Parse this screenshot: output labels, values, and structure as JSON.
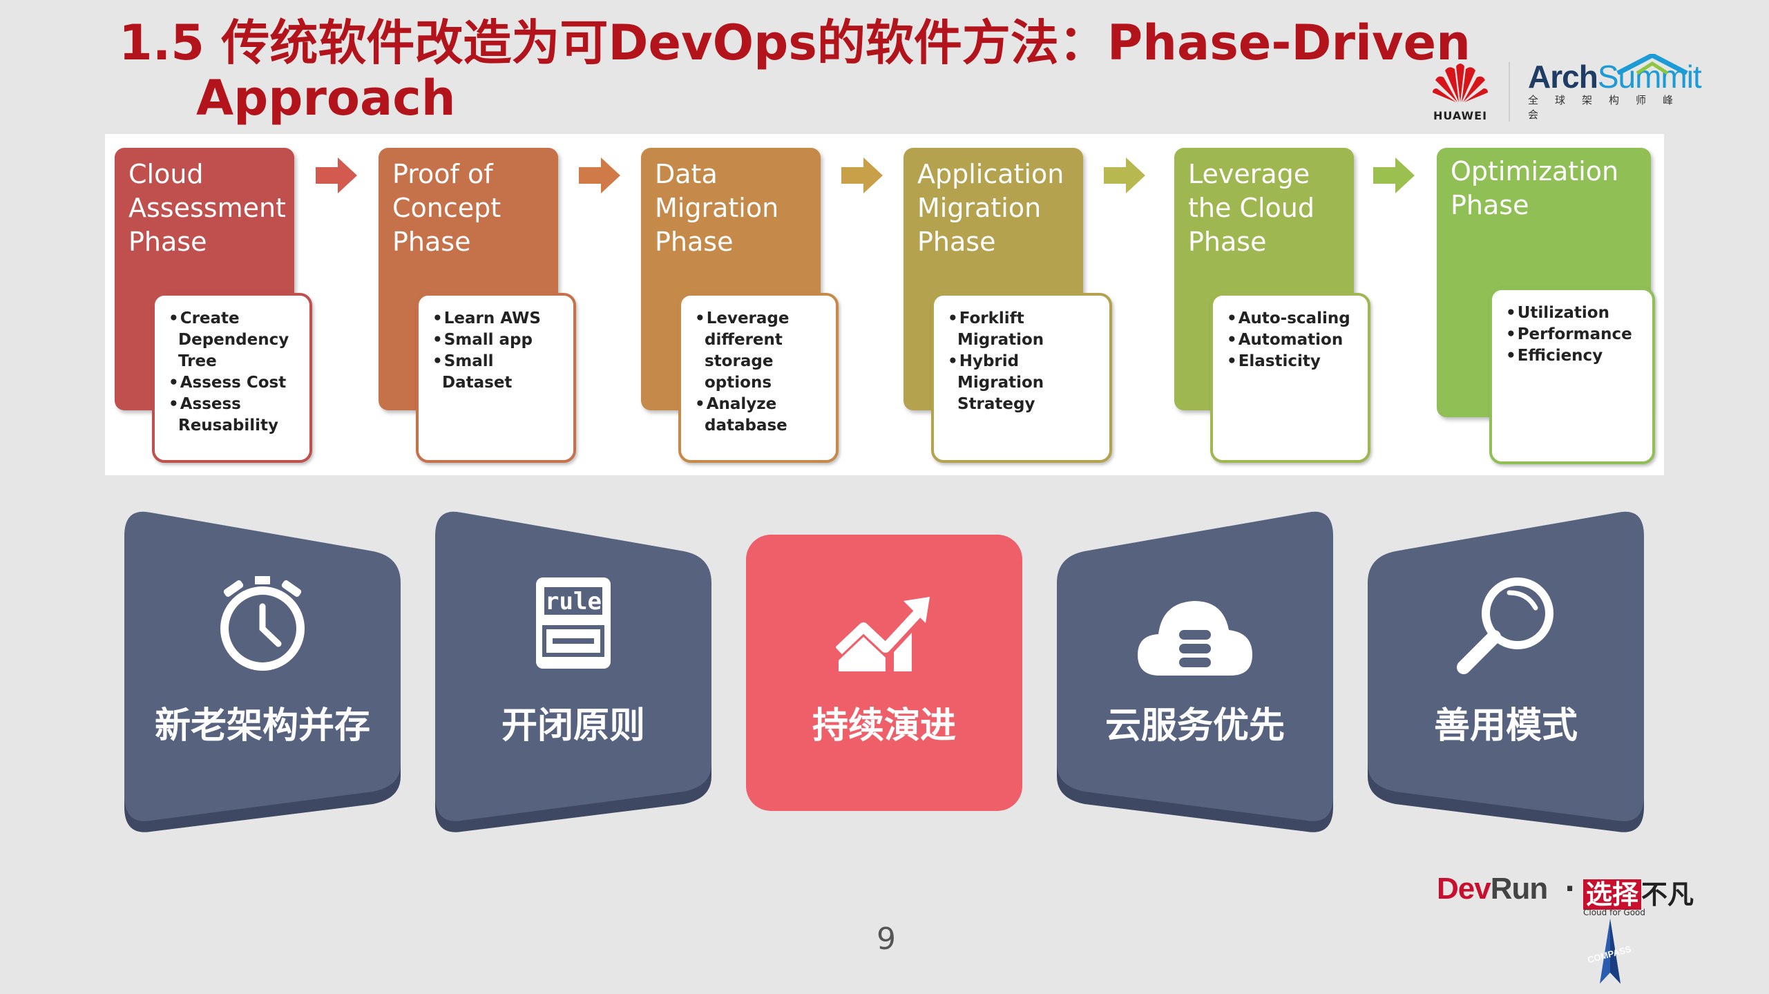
{
  "title": {
    "line1": "1.5 传统软件改造为可DevOps的软件方法：Phase-Driven",
    "line2": "Approach"
  },
  "logos": {
    "huawei": "HUAWEI",
    "arch_word1": "Arch",
    "arch_word2": "Summit",
    "arch_sub": "全球架构师峰会",
    "devrun": "Dev",
    "devrun2": "Run",
    "devrun_dot": "·",
    "devrun_cn_highlight": "选择",
    "devrun_cn": "不凡",
    "devrun_tag": "Cloud for Good",
    "compass": "COMPASS"
  },
  "phases": [
    {
      "title": "Cloud Assessment Phase",
      "color": "#c0504d",
      "border": "#c0504d",
      "items": [
        "Create Dependency Tree",
        "Assess Cost",
        "Assess Reusability"
      ]
    },
    {
      "title": "Proof of Concept Phase",
      "color": "#c5714a",
      "border": "#c5714a",
      "items": [
        "Learn AWS",
        "Small app",
        "Small Dataset"
      ]
    },
    {
      "title": "Data Migration Phase",
      "color": "#c58a4a",
      "border": "#c58a4a",
      "items": [
        "Leverage different storage options",
        "Analyze database"
      ]
    },
    {
      "title": "Application Migration Phase",
      "color": "#b5a24e",
      "border": "#b5a24e",
      "items": [
        "Forklift Migration",
        "Hybrid Migration Strategy"
      ]
    },
    {
      "title": "Leverage the Cloud Phase",
      "color": "#9fb750",
      "border": "#9fb750",
      "items": [
        "Auto-scaling",
        "Automation",
        "Elasticity"
      ]
    },
    {
      "title": "Optimization Phase",
      "color": "#8fbf55",
      "border": "#8fbf55",
      "items": [
        "Utilization",
        "Performance",
        "Efficiency"
      ]
    }
  ],
  "cards": [
    {
      "label": "新老架构并存",
      "icon": "stopwatch-icon",
      "color": "#56627e"
    },
    {
      "label": "开闭原则",
      "icon": "rule-icon",
      "color": "#56627e",
      "icon_text": "rule"
    },
    {
      "label": "持续演进",
      "icon": "growth-chart-icon",
      "color": "#ee5f6a"
    },
    {
      "label": "云服务优先",
      "icon": "cloud-database-icon",
      "color": "#56627e"
    },
    {
      "label": "善用模式",
      "icon": "magnifier-icon",
      "color": "#56627e"
    }
  ],
  "page_number": "9"
}
